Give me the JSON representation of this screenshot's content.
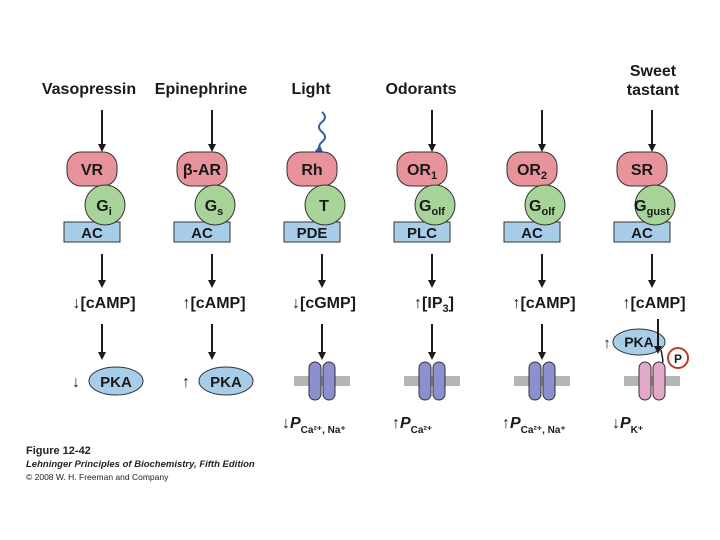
{
  "pathways": [
    {
      "signal": "Vasopressin",
      "receptor": {
        "name": "VR"
      },
      "gprotein": {
        "base": "G",
        "sub": "i"
      },
      "effector": "AC",
      "messenger": {
        "dir": "↓",
        "text": "[cAMP]"
      },
      "result": {
        "type": "pka",
        "dir": "↓",
        "text": "PKA"
      }
    },
    {
      "signal": "Epinephrine",
      "receptor": {
        "name": "β-AR"
      },
      "gprotein": {
        "base": "G",
        "sub": "s"
      },
      "effector": "AC",
      "messenger": {
        "dir": "↑",
        "text": "[cAMP]"
      },
      "result": {
        "type": "pka",
        "dir": "↑",
        "text": "PKA"
      }
    },
    {
      "signal": "Light",
      "receptor": {
        "name": "Rh"
      },
      "gprotein": {
        "base": "T",
        "sub": ""
      },
      "effector": "PDE",
      "messenger": {
        "dir": "↓",
        "text": "[cGMP]"
      },
      "result": {
        "type": "channel",
        "dir": "↓",
        "p": "P",
        "sub": "Ca²⁺, Na⁺"
      }
    },
    {
      "signal": "Odorants",
      "receptor": {
        "name": "OR",
        "sub": "1"
      },
      "gprotein": {
        "base": "G",
        "sub": "olf"
      },
      "effector": "PLC",
      "messenger": {
        "dir": "↑",
        "text": "[IP",
        "sub": "3",
        "tail": "]"
      },
      "result": {
        "type": "channel",
        "dir": "↑",
        "p": "P",
        "sub": "Ca²⁺"
      }
    },
    {
      "signal": "",
      "receptor": {
        "name": "OR",
        "sub": "2"
      },
      "gprotein": {
        "base": "G",
        "sub": "olf"
      },
      "effector": "AC",
      "messenger": {
        "dir": "↑",
        "text": "[cAMP]"
      },
      "result": {
        "type": "channel",
        "dir": "↑",
        "p": "P",
        "sub": "Ca²⁺, Na⁺"
      }
    },
    {
      "signal": "Sweet tastant",
      "signal_lines": [
        "Sweet",
        "tastant"
      ],
      "receptor": {
        "name": "SR"
      },
      "gprotein": {
        "base": "G",
        "sub": "gust"
      },
      "effector": "AC",
      "messenger": {
        "dir": "↑",
        "text": "[cAMP]"
      },
      "pka_extra": {
        "dir": "↑",
        "text": "PKA"
      },
      "phospho": "P",
      "result": {
        "type": "channel",
        "dir": "↓",
        "p": "P",
        "sub": "K⁺"
      }
    }
  ],
  "caption": {
    "title": "Figure 12-42",
    "book": "Lehninger Principles of Biochemistry, Fifth Edition",
    "copyright": "© 2008 W. H. Freeman and Company"
  },
  "colors": {
    "receptor": "#e8929b",
    "gprotein": "#a8d49a",
    "effector": "#a7cde8",
    "pka": "#a7cde8",
    "channel_blue": "#8e8fcf",
    "channel_pink": "#e3a9c9",
    "membrane": "#b5b5b5",
    "phospho_ring": "#c0392b",
    "light_arrow": "#2e5ea8",
    "stroke": "#333333"
  }
}
